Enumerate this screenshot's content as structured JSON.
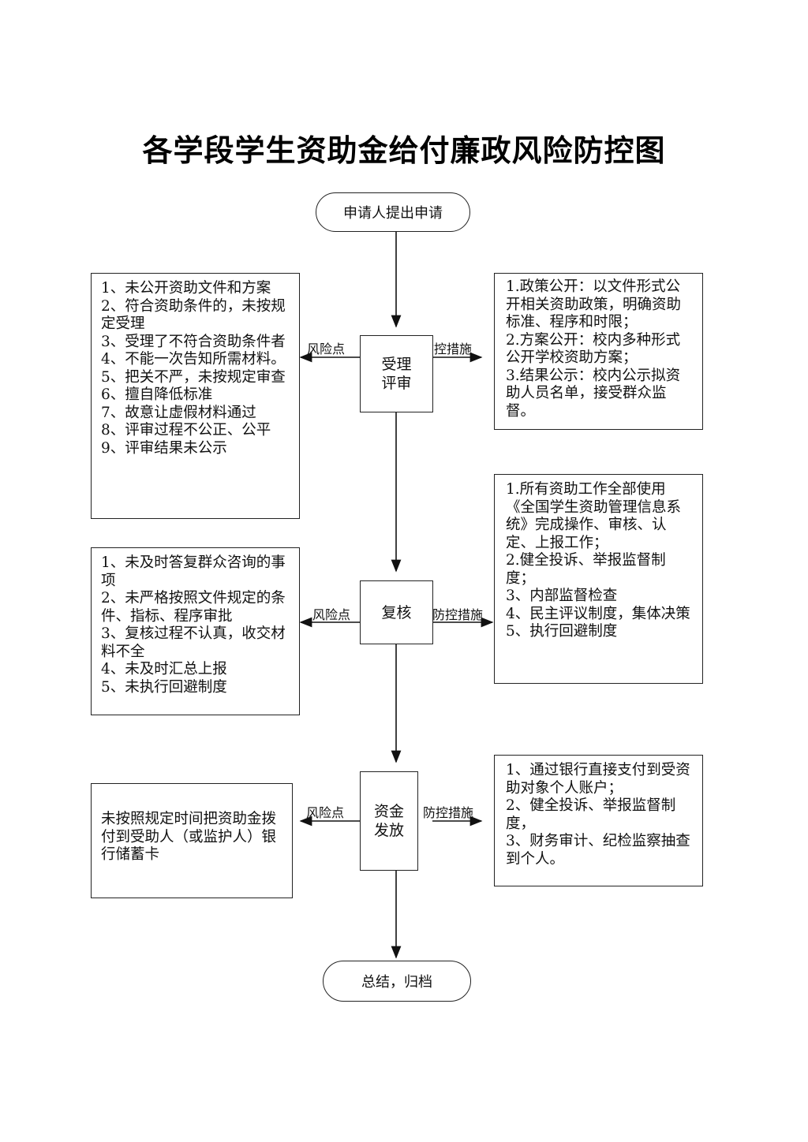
{
  "title": "各学段学生资助金给付廉政风险防控图",
  "start": "申请人提出申请",
  "end": "总结，归档",
  "labels": {
    "risk": "风险点",
    "control": "防控措施"
  },
  "steps": [
    {
      "name": [
        "受理",
        "评审"
      ],
      "risks": [
        "1、未公开资助文件和方案",
        "2、符合资助条件的，未按规定受理",
        "3、受理了不符合资助条件者",
        "4、不能一次告知所需材料。",
        "5、把关不严，未按规定审查",
        "6、擅自降低标准",
        "7、故意让虚假材料通过",
        "8、评审过程不公正、公平",
        "9、评审结果未公示"
      ],
      "controls": [
        "1.政策公开：以文件形式公开相关资助政策，明确资助标准、程序和时限；",
        "2.方案公开：校内多种形式公开学校资助方案；",
        "3.结果公示：校内公示拟资助人员名单，接受群众监督。"
      ]
    },
    {
      "name": [
        "复核"
      ],
      "risks": [
        "1、未及时答复群众咨询的事项",
        "2、未严格按照文件规定的条件、指标、程序审批",
        "3、复核过程不认真，收交材料不全",
        "4、未及时汇总上报",
        "5、未执行回避制度"
      ],
      "controls": [
        "1.所有资助工作全部使用《全国学生资助管理信息系统》完成操作、审核、认定、上报工作；",
        "2.健全投诉、举报监督制度；",
        "3、内部监督检查",
        "4、民主评议制度，集体决策",
        "5、执行回避制度"
      ]
    },
    {
      "name": [
        "资金",
        "发放"
      ],
      "risks": [
        "未按照规定时间把资助金拨付到受助人（或监护人）银行储蓄卡"
      ],
      "controls": [
        "1、通过银行直接支付到受资助对象个人账户；",
        "2、健全投诉、举报监督制度，",
        "3、财务审计、纪检监察抽查到个人。"
      ]
    }
  ]
}
